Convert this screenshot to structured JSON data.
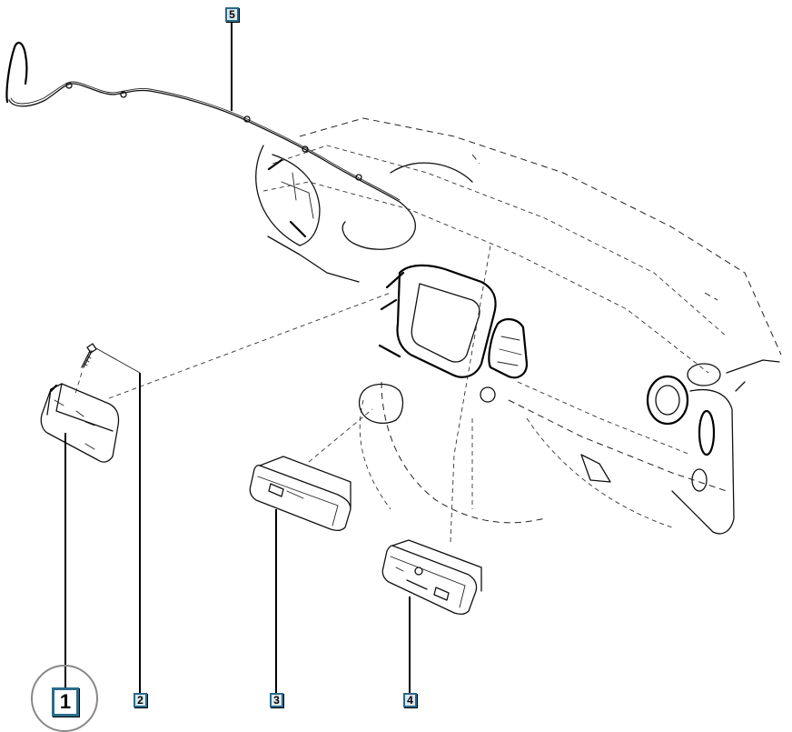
{
  "diagram": {
    "subject": "dashboard-exploded-view",
    "callouts": [
      {
        "id": "1",
        "label": "1",
        "part": "switch-module",
        "highlighted": true
      },
      {
        "id": "2",
        "label": "2",
        "part": "screw"
      },
      {
        "id": "3",
        "label": "3",
        "part": "storage-bin"
      },
      {
        "id": "4",
        "label": "4",
        "part": "usb-aux-socket"
      },
      {
        "id": "5",
        "label": "5",
        "part": "wiring-harness"
      }
    ],
    "colors": {
      "line": "#111111",
      "callout_border": "#2a6a8a",
      "callout_fill": "#dbe8ee",
      "highlight_ring": "#888888"
    }
  }
}
